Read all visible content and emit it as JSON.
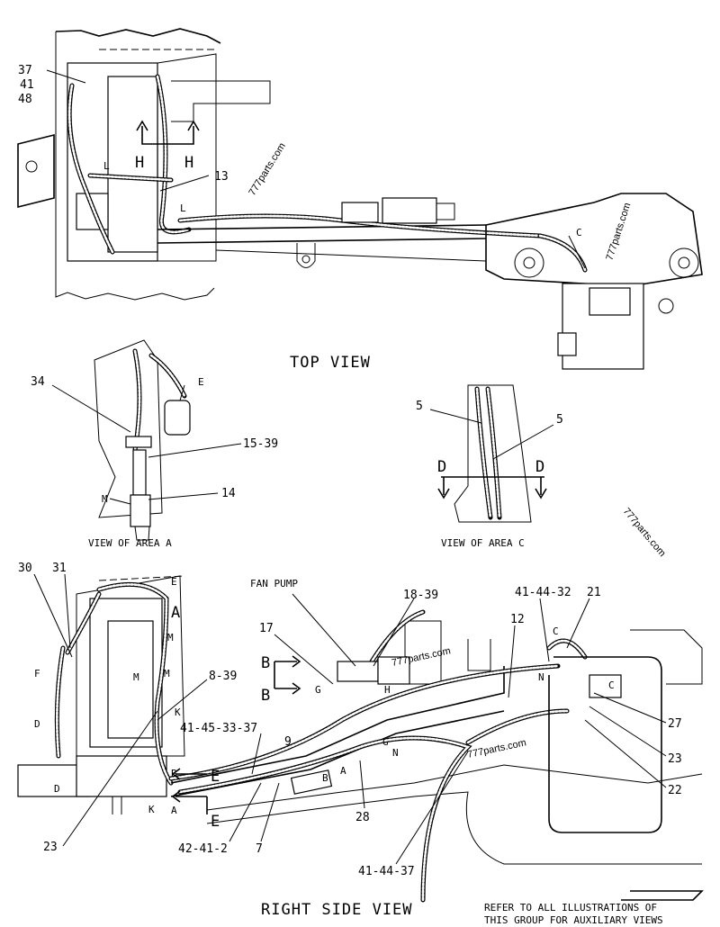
{
  "views": {
    "top_title": "TOP VIEW",
    "area_a_title": "VIEW OF AREA A",
    "area_c_title": "VIEW OF AREA C",
    "right_side_title": "RIGHT SIDE VIEW",
    "note_line1": "REFER TO ALL ILLUSTRATIONS OF",
    "note_line2": "THIS GROUP FOR AUXILIARY VIEWS"
  },
  "watermark": "777parts.com",
  "top_view_labels": {
    "p37": "37",
    "p41": "41",
    "p48": "48",
    "p13": "13",
    "h_left": "H",
    "h_right": "H",
    "l1": "L",
    "l2": "L",
    "c": "C"
  },
  "area_a_labels": {
    "p34": "34",
    "e": "E",
    "p15_39": "15-39",
    "m": "M",
    "p14": "14"
  },
  "area_c_labels": {
    "p5a": "5",
    "p5b": "5",
    "d_left": "D",
    "d_right": "D"
  },
  "side_view_labels": {
    "p30": "30",
    "p31": "31",
    "e_top": "E",
    "a_big": "A",
    "fan_pump": "FAN PUMP",
    "p18_39": "18-39",
    "p41_44_32": "41-44-32",
    "p21": "21",
    "p17": "17",
    "b_top": "B",
    "b_low": "B",
    "p12": "12",
    "c1": "C",
    "c2": "C",
    "n1": "N",
    "p27": "27",
    "p23r": "23",
    "p22": "22",
    "p8_39": "8-39",
    "f": "F",
    "d": "D",
    "m1": "M",
    "m2": "M",
    "m3": "M",
    "k1": "K",
    "k2": "K",
    "g1": "G",
    "g2": "G",
    "h": "H",
    "p9": "9",
    "p41_45_33_37": "41-45-33-37",
    "b1": "B",
    "b2": "B",
    "a1": "A",
    "a2": "A",
    "n2": "N",
    "e_mid": "E",
    "e_low": "E",
    "d2": "D",
    "p23l": "23",
    "p28": "28",
    "p42_41_2": "42-41-2",
    "p7": "7",
    "p41_44_37": "41-44-37"
  }
}
